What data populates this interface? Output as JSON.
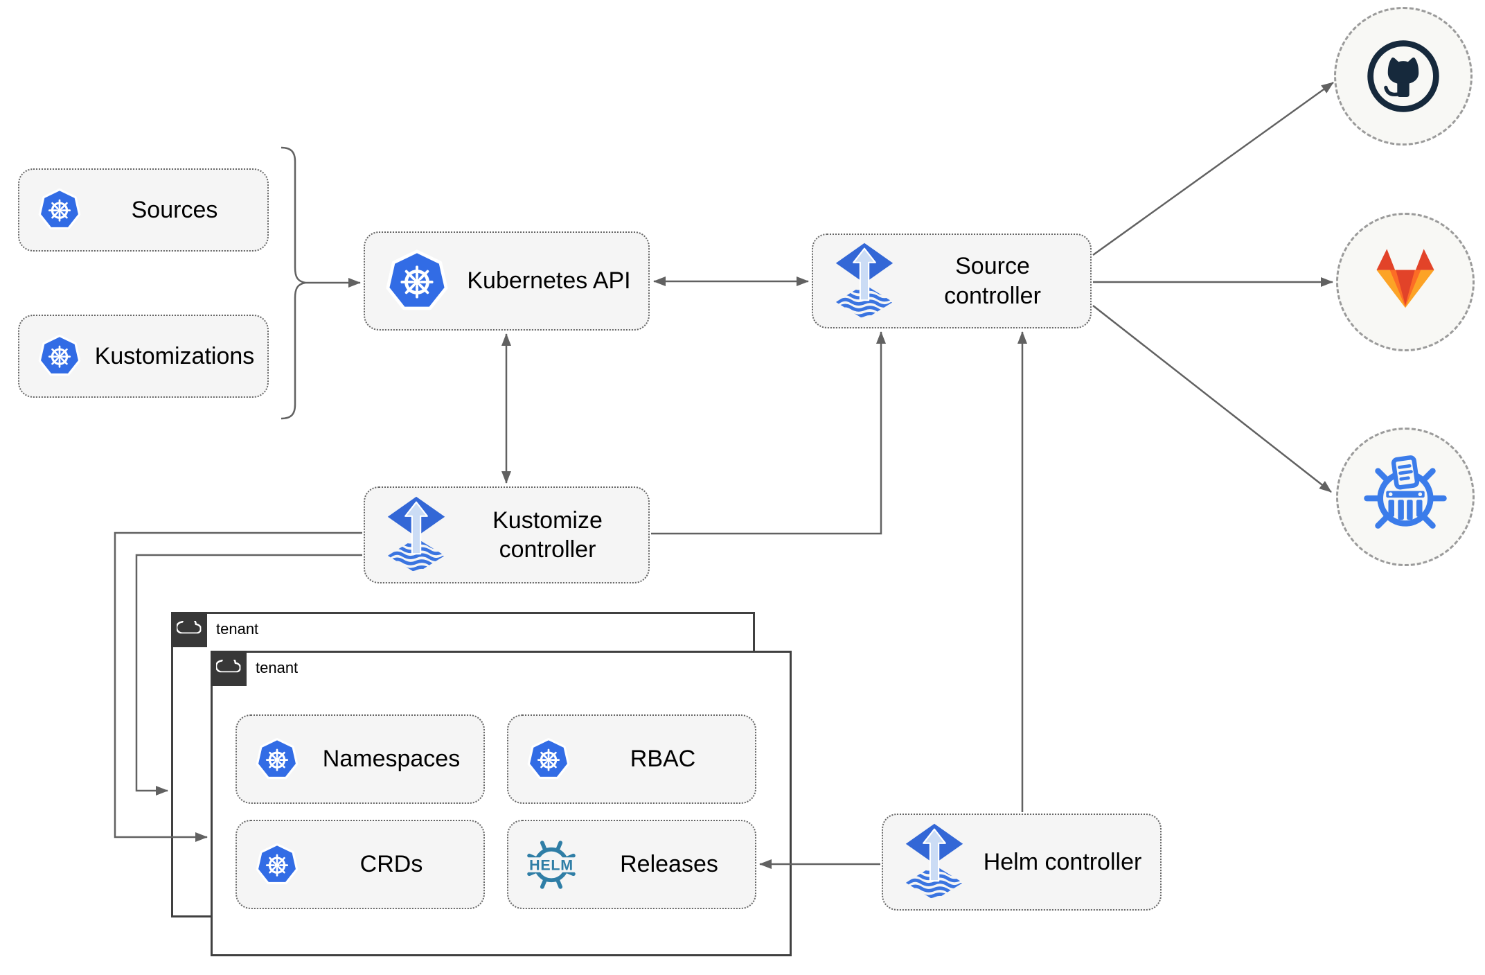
{
  "nodes": {
    "sources": {
      "label": "Sources"
    },
    "kustomizations": {
      "label": "Kustomizations"
    },
    "kubernetes_api": {
      "label": "Kubernetes API"
    },
    "source_controller": {
      "label": "Source controller"
    },
    "kustomize_controller": {
      "label": "Kustomize controller"
    },
    "helm_controller": {
      "label": "Helm controller"
    },
    "namespaces": {
      "label": "Namespaces"
    },
    "rbac": {
      "label": "RBAC"
    },
    "crds": {
      "label": "CRDs"
    },
    "releases": {
      "label": "Releases"
    }
  },
  "groups": {
    "tenant_outer": {
      "label": "tenant"
    },
    "tenant_inner": {
      "label": "tenant"
    }
  },
  "external_targets": {
    "github": {
      "icon": "github-icon"
    },
    "gitlab": {
      "icon": "gitlab-icon"
    },
    "chartmuseum": {
      "icon": "chartmuseum-registry-icon"
    }
  },
  "helm_logo_text": "HELM",
  "icons": {
    "kubernetes": "kubernetes-wheel-icon",
    "flux": "flux-icon",
    "helm_wheel": "helm-wheel-icon",
    "cloud": "cloud-icon",
    "github": "github-icon",
    "gitlab": "gitlab-icon",
    "chartmuseum": "chartmuseum-registry-icon"
  },
  "colors": {
    "kubernetes_blue": "#326ce5",
    "flux_blue": "#3367d6",
    "flux_arrow_light": "#cbdcf5",
    "helm_steel_blue": "#2f7ea6",
    "chartmuseum_blue": "#3b7cea",
    "github_dark": "#16293c",
    "gitlab_red": "#e24329",
    "gitlab_orange": "#fc6d26",
    "gitlab_amber": "#fca326",
    "node_fill": "#f5f5f5",
    "connector_gray": "#616161",
    "tenant_tab_dark": "#383838",
    "circle_fill": "#f8f8f5"
  }
}
